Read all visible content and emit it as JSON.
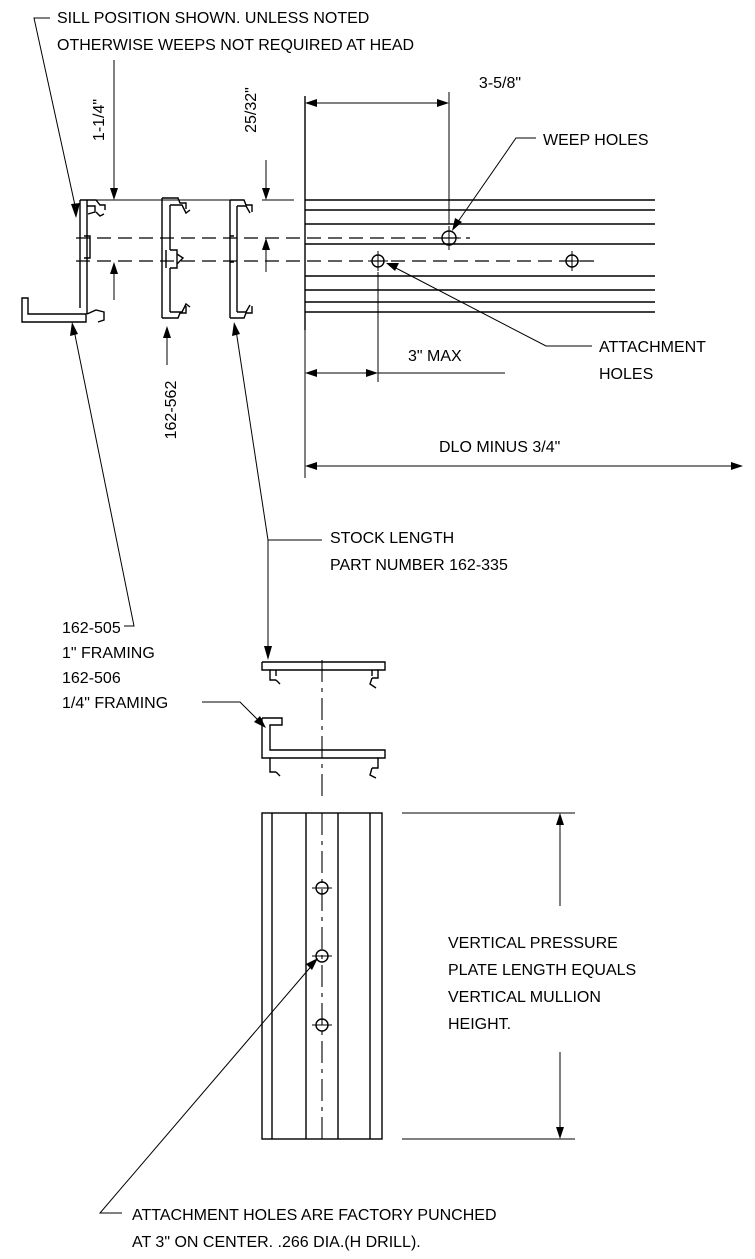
{
  "notes": {
    "sill_line1": "SILL POSITION SHOWN. UNLESS NOTED",
    "sill_line2": "OTHERWISE WEEPS NOT REQUIRED AT HEAD",
    "stock_line1": "STOCK LENGTH",
    "stock_line2": "PART NUMBER 162-335",
    "framing_line1": "162-505",
    "framing_line2": "1\" FRAMING",
    "framing_line3": "162-506",
    "framing_line4": "1/4\" FRAMING",
    "weep_holes": "WEEP HOLES",
    "attach_line1": "ATTACHMENT",
    "attach_line2": "HOLES",
    "vertical_line1": "VERTICAL PRESSURE",
    "vertical_line2": "PLATE LENGTH EQUALS",
    "vertical_line3": "VERTICAL MULLION",
    "vertical_line4": "HEIGHT.",
    "punched_line1": "ATTACHMENT HOLES ARE FACTORY PUNCHED",
    "punched_line2": "AT 3\" ON CENTER. .266 DIA.(H DRILL)."
  },
  "dimensions": {
    "dim_1_1_4": "1-1/4\"",
    "dim_25_32": "25/32\"",
    "dim_3_5_8": "3-5/8\"",
    "dim_3_max": "3\" MAX",
    "dim_dlo": "DLO MINUS 3/4\""
  },
  "part_labels": {
    "p162_562": "162-562"
  }
}
